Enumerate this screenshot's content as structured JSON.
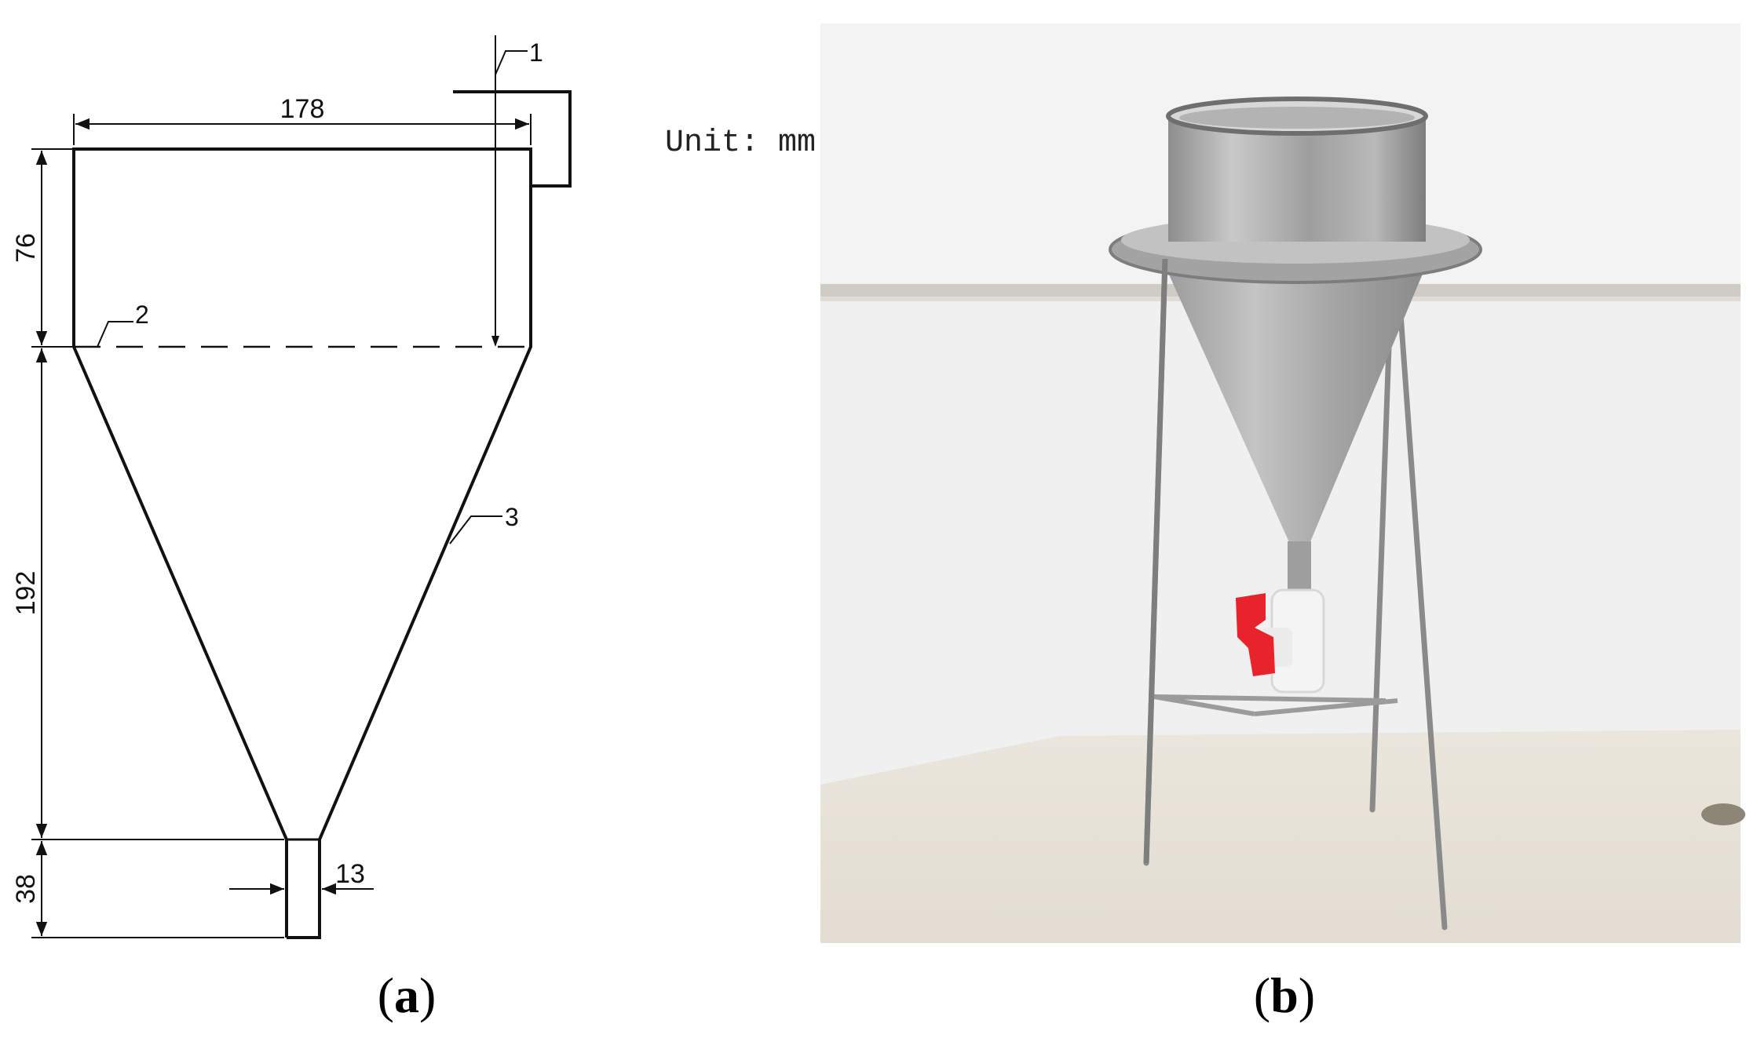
{
  "diagram": {
    "dimensions": {
      "top_width": "178",
      "cylinder_height": "76",
      "cone_height": "192",
      "outlet_height": "38",
      "outlet_diameter": "13"
    },
    "callouts": [
      "1",
      "2",
      "3"
    ],
    "unit_label": "Unit: mm",
    "panel_labels": {
      "a_open": "(",
      "a_letter": "a",
      "a_close": ")",
      "b_open": "(",
      "b_letter": "b",
      "b_close": ")"
    }
  },
  "photo": {
    "colors": {
      "wall": "#efefef",
      "table": "#e6e0d6",
      "steel": "#a9a9a9",
      "valve_red": "#e8232b",
      "valve_white": "#f4f4f4"
    }
  }
}
